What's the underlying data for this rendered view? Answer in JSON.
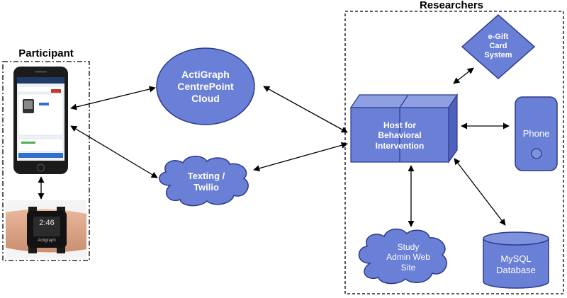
{
  "groups": {
    "participant": "Participant",
    "researchers": "Researchers"
  },
  "nodes": {
    "actigraph": [
      "ActiGraph",
      "CentrePoint",
      "Cloud"
    ],
    "texting": [
      "Texting /",
      "Twilio"
    ],
    "host": [
      "Host for",
      "Behavioral",
      "Intervention"
    ],
    "egift": [
      "e-Gift",
      "Card",
      "System"
    ],
    "phone": "Phone",
    "study_admin": [
      "Study",
      "Admin Web",
      "Site"
    ],
    "mysql": [
      "MySQL",
      "Database"
    ]
  },
  "device": {
    "watch_time": "2:46",
    "watch_brand": "Actigraph"
  },
  "colors": {
    "node_fill": "#6a7fd6",
    "node_stroke": "#2c3a8c",
    "cube_top": "#8fa0e2",
    "cube_side": "#4e62bd",
    "arrow": "#000000"
  }
}
